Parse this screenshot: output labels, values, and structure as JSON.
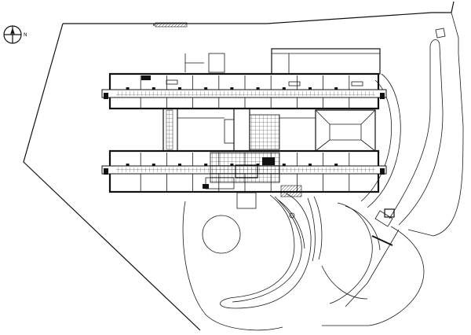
{
  "drawing": {
    "north_letter": "N"
  },
  "corridors": {
    "upper_bays": 10,
    "lower_bays": 10
  }
}
